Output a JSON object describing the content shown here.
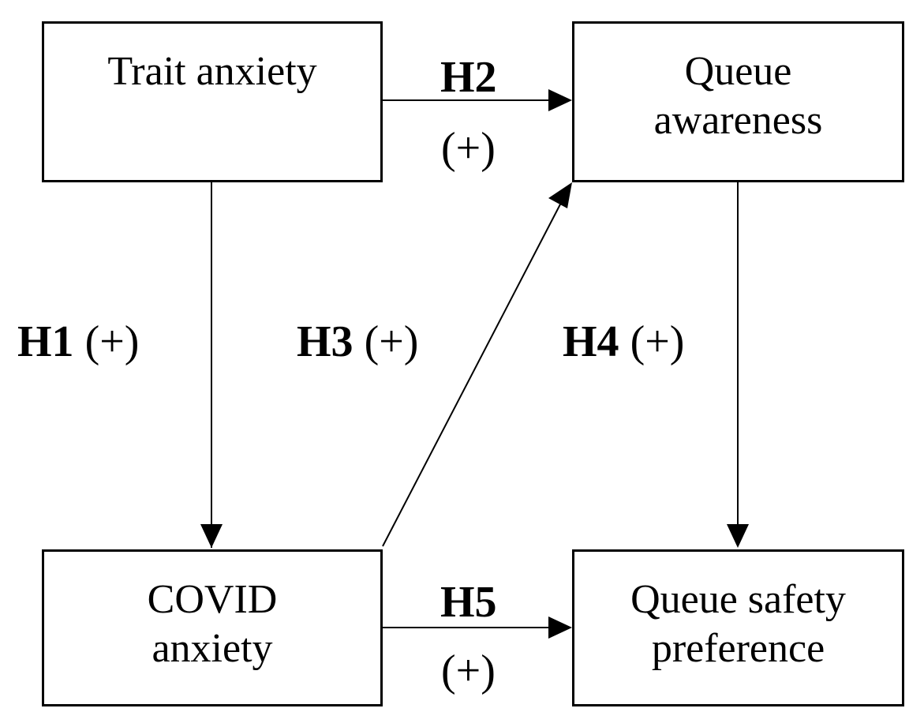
{
  "nodes": {
    "trait_anxiety": [
      "Trait anxiety"
    ],
    "queue_awareness": [
      "Queue",
      "awareness"
    ],
    "covid_anxiety": [
      "COVID",
      "anxiety"
    ],
    "queue_safety_preference": [
      "Queue safety",
      "preference"
    ]
  },
  "hypotheses": {
    "h1": {
      "name": "H1",
      "sign": "(+)"
    },
    "h2": {
      "name": "H2",
      "sign": "(+)"
    },
    "h3": {
      "name": "H3",
      "sign": "(+)"
    },
    "h4": {
      "name": "H4",
      "sign": "(+)"
    },
    "h5": {
      "name": "H5",
      "sign": "(+)"
    }
  },
  "edges": [
    {
      "from": "trait_anxiety",
      "to": "covid_anxiety",
      "label": "h1"
    },
    {
      "from": "trait_anxiety",
      "to": "queue_awareness",
      "label": "h2"
    },
    {
      "from": "covid_anxiety",
      "to": "queue_awareness",
      "label": "h3"
    },
    {
      "from": "queue_awareness",
      "to": "queue_safety_preference",
      "label": "h4"
    },
    {
      "from": "covid_anxiety",
      "to": "queue_safety_preference",
      "label": "h5"
    }
  ],
  "colors": {
    "stroke": "#000000",
    "background": "#ffffff"
  }
}
